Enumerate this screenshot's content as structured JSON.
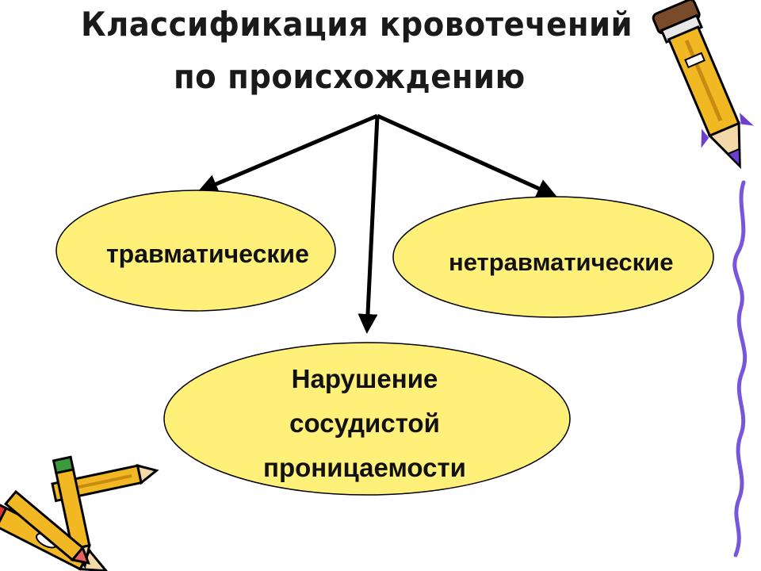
{
  "title": {
    "line1": "Классификация кровотечений",
    "line2": "по происхождению"
  },
  "nodes": {
    "traumatic": "травматические",
    "nontraumatic": "нетравматические",
    "permeability": "Нарушение сосудистой проницаемости"
  },
  "colors": {
    "ellipse_fill": "#FFF079",
    "outline": "#000000",
    "pencil_yellow": "#F2B824",
    "squiggle": "#7755DD"
  },
  "decorations": [
    "pencil-icon",
    "crossed-pencils-icon",
    "squiggle-line"
  ]
}
